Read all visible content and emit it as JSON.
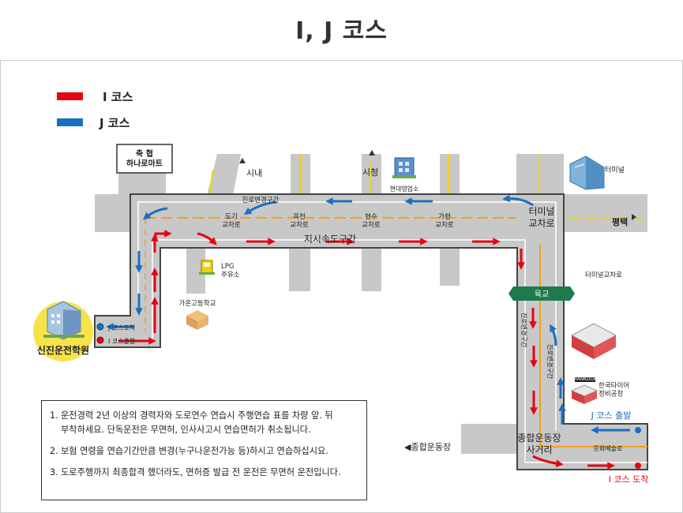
{
  "title": "I, J 코스",
  "legend": [
    {
      "label": "I 코스",
      "color": "#e30613"
    },
    {
      "label": "J 코스",
      "color": "#1a6fc0"
    }
  ],
  "colors": {
    "road": "#c8c8c8",
    "red": "#e30613",
    "blue": "#1a6fc0",
    "lane_orange": "#f0a020",
    "lane_yellow": "#f2d200",
    "academy": "#f7e24a",
    "sign_green": "#1e7a4c"
  },
  "places": {
    "mart": "축 협\n하나로마트",
    "sinae": "시내",
    "sicheong": "시청",
    "hyundai": "현대영업소",
    "terminal": "터미널",
    "pyeongtaek": "평택",
    "lpg": "LPG\n주유소",
    "gaon_school": "가온고등학교",
    "terminal_intersection": "터미널교차로",
    "hankook": "한국타이어\n정비공장",
    "hankook_logo": "HANKOOK",
    "sports_complex": "◀종합운동장",
    "culture_road": "문화예술로",
    "academy": "신진운전학원"
  },
  "road_labels": {
    "section_change_top": "진로변경구간",
    "dogi": "도기\n교차로",
    "okcheon": "옥천\n교차로",
    "hyeonsu": "현수\n교차로",
    "gahyeon": "가현\n교차로",
    "terminal_cross": "터미널\n교차로",
    "expressway": "지시속도구간",
    "yukgyo": "육교",
    "section_change_left": "진로변경구간",
    "section_change_right": "진로변경구간",
    "sports_cross": "종합운동장\n사거리"
  },
  "course_points": {
    "j_arrive": "J 코스도착",
    "i_depart": "I 코스출발",
    "j_depart": "J 코스 출발",
    "i_arrive": "I 코스 도착"
  },
  "notes": [
    {
      "num": "1.",
      "text": "운전경력 2년 이상의 경력자와 도로연수 연습시 주행연습 표를 차량 앞. 뒤",
      "cont": "부착하세요. 단독운전은 무면허, 인사사고시 연습면허가 취소됩니다."
    },
    {
      "num": "2.",
      "text": "보험 연령을 연습기간만큼 변경(누구나운전가능 등)하시고 연습하십시요.",
      "cont": ""
    },
    {
      "num": "3.",
      "text": "도로주행까지 최종합격 했더라도, 면허증 발급 전 운전은 무면허 운전입니다.",
      "cont": ""
    }
  ]
}
